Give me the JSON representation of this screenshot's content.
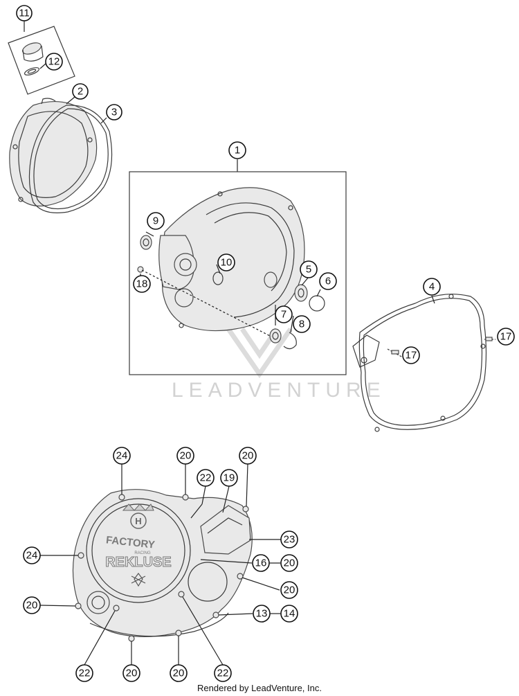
{
  "watermark": "LEADVENTURE",
  "credit": "Rendered by LeadVenture, Inc.",
  "logo_texts": [
    "FACTORY",
    "RACING",
    "REKLUSE"
  ],
  "callouts": [
    "11",
    "12",
    "2",
    "3",
    "1",
    "9",
    "10",
    "18",
    "5",
    "6",
    "7",
    "8",
    "4",
    "17",
    "17",
    "24",
    "20",
    "20",
    "22",
    "19",
    "24",
    "23",
    "16",
    "20",
    "20",
    "20",
    "13",
    "14",
    "22",
    "20",
    "20",
    "22"
  ]
}
